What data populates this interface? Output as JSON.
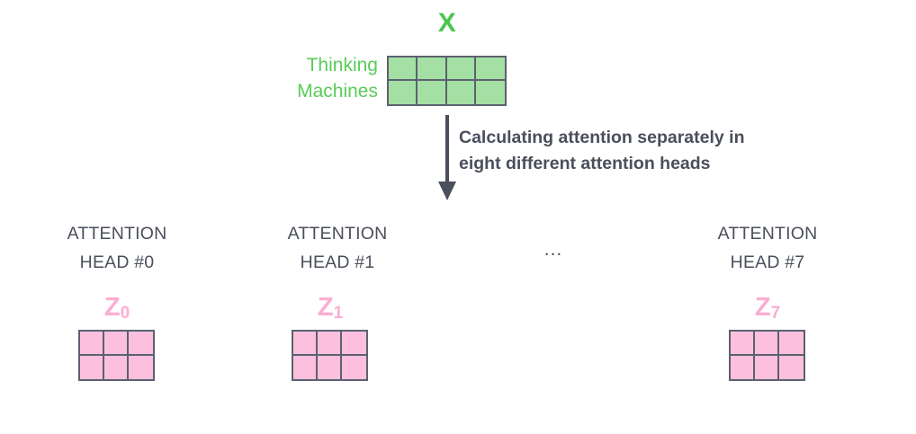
{
  "diagram": {
    "title_symbol": "X",
    "input": {
      "words": [
        "Thinking",
        "Machines"
      ],
      "matrix": {
        "rows": 2,
        "cols": 4,
        "fill_color": "#a4dfa4",
        "stroke_color": "#5b6170"
      }
    },
    "transition": {
      "arrow": "down-arrow",
      "caption_lines": [
        "Calculating attention separately in",
        "eight different attention heads"
      ]
    },
    "heads": [
      {
        "title_lines": [
          "ATTENTION",
          "HEAD #0"
        ],
        "output_label": "Z",
        "output_subscript": "0",
        "matrix": {
          "rows": 2,
          "cols": 3,
          "fill_color": "#fcc0de",
          "stroke_color": "#5b6170"
        }
      },
      {
        "title_lines": [
          "ATTENTION",
          "HEAD #1"
        ],
        "output_label": "Z",
        "output_subscript": "1",
        "matrix": {
          "rows": 2,
          "cols": 3,
          "fill_color": "#fcc0de",
          "stroke_color": "#5b6170"
        }
      },
      {
        "title_lines": [
          "ATTENTION",
          "HEAD #7"
        ],
        "output_label": "Z",
        "output_subscript": "7",
        "matrix": {
          "rows": 2,
          "cols": 3,
          "fill_color": "#fcc0de",
          "stroke_color": "#5b6170"
        }
      }
    ],
    "ellipsis": "...",
    "colors": {
      "green_text": "#4CC551",
      "green_words": "#58CC58",
      "green_fill": "#a4dfa4",
      "pink_text": "#fbadd2",
      "pink_fill": "#fcc0de",
      "stroke": "#5b6170",
      "body_text": "#4a4f5b",
      "background": "#ffffff"
    }
  }
}
